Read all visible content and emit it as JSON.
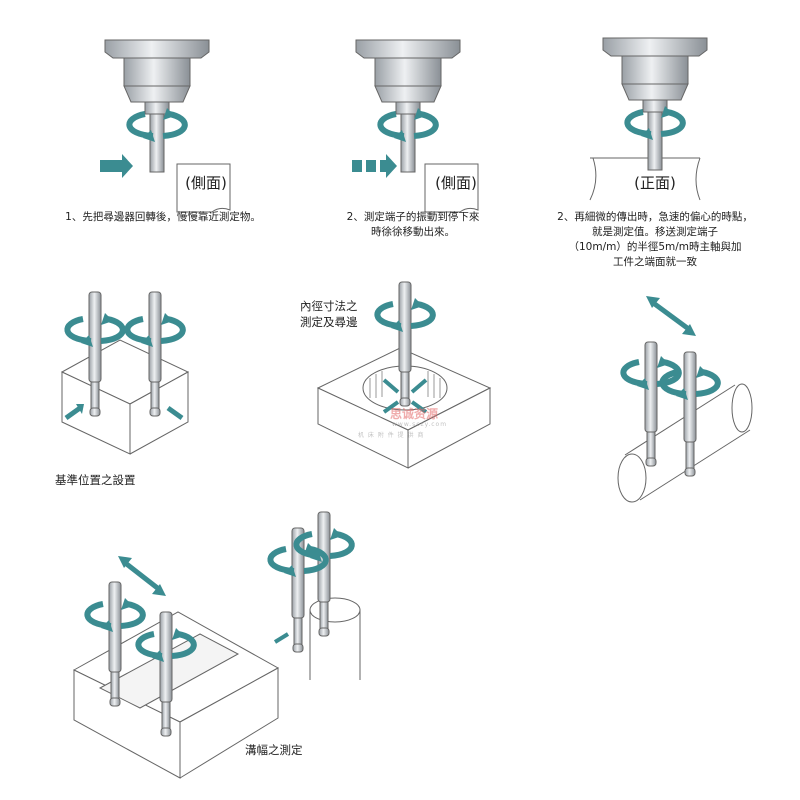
{
  "colors": {
    "accent": "#3b8c91",
    "metal": "#c9cdd1",
    "line": "#555555"
  },
  "top_steps": [
    {
      "face_label": "(側面)",
      "caption": [
        "1、先把尋邊器回轉後，慢慢靠近測定物。"
      ]
    },
    {
      "face_label": "(側面)",
      "caption": [
        "2、測定端子的振動到停下來",
        "時徐徐移動出來。"
      ]
    },
    {
      "face_label": "(正面)",
      "caption": [
        "2、再細微的傳出時，急速的偏心的時點，",
        "就是測定值。移送測定端子",
        "（10m/m）的半徑5m/m時主軸與加",
        "工件之端面就一致"
      ]
    }
  ],
  "labels": {
    "reference": "基準位置之設置",
    "inner_diameter": [
      "內徑寸法之",
      "測定及尋邊"
    ],
    "groove": "溝幅之測定"
  },
  "watermark": {
    "brand": "思诚资源",
    "url": "www.sczy.com",
    "sub": "机 床 附 件 提 供 商"
  }
}
